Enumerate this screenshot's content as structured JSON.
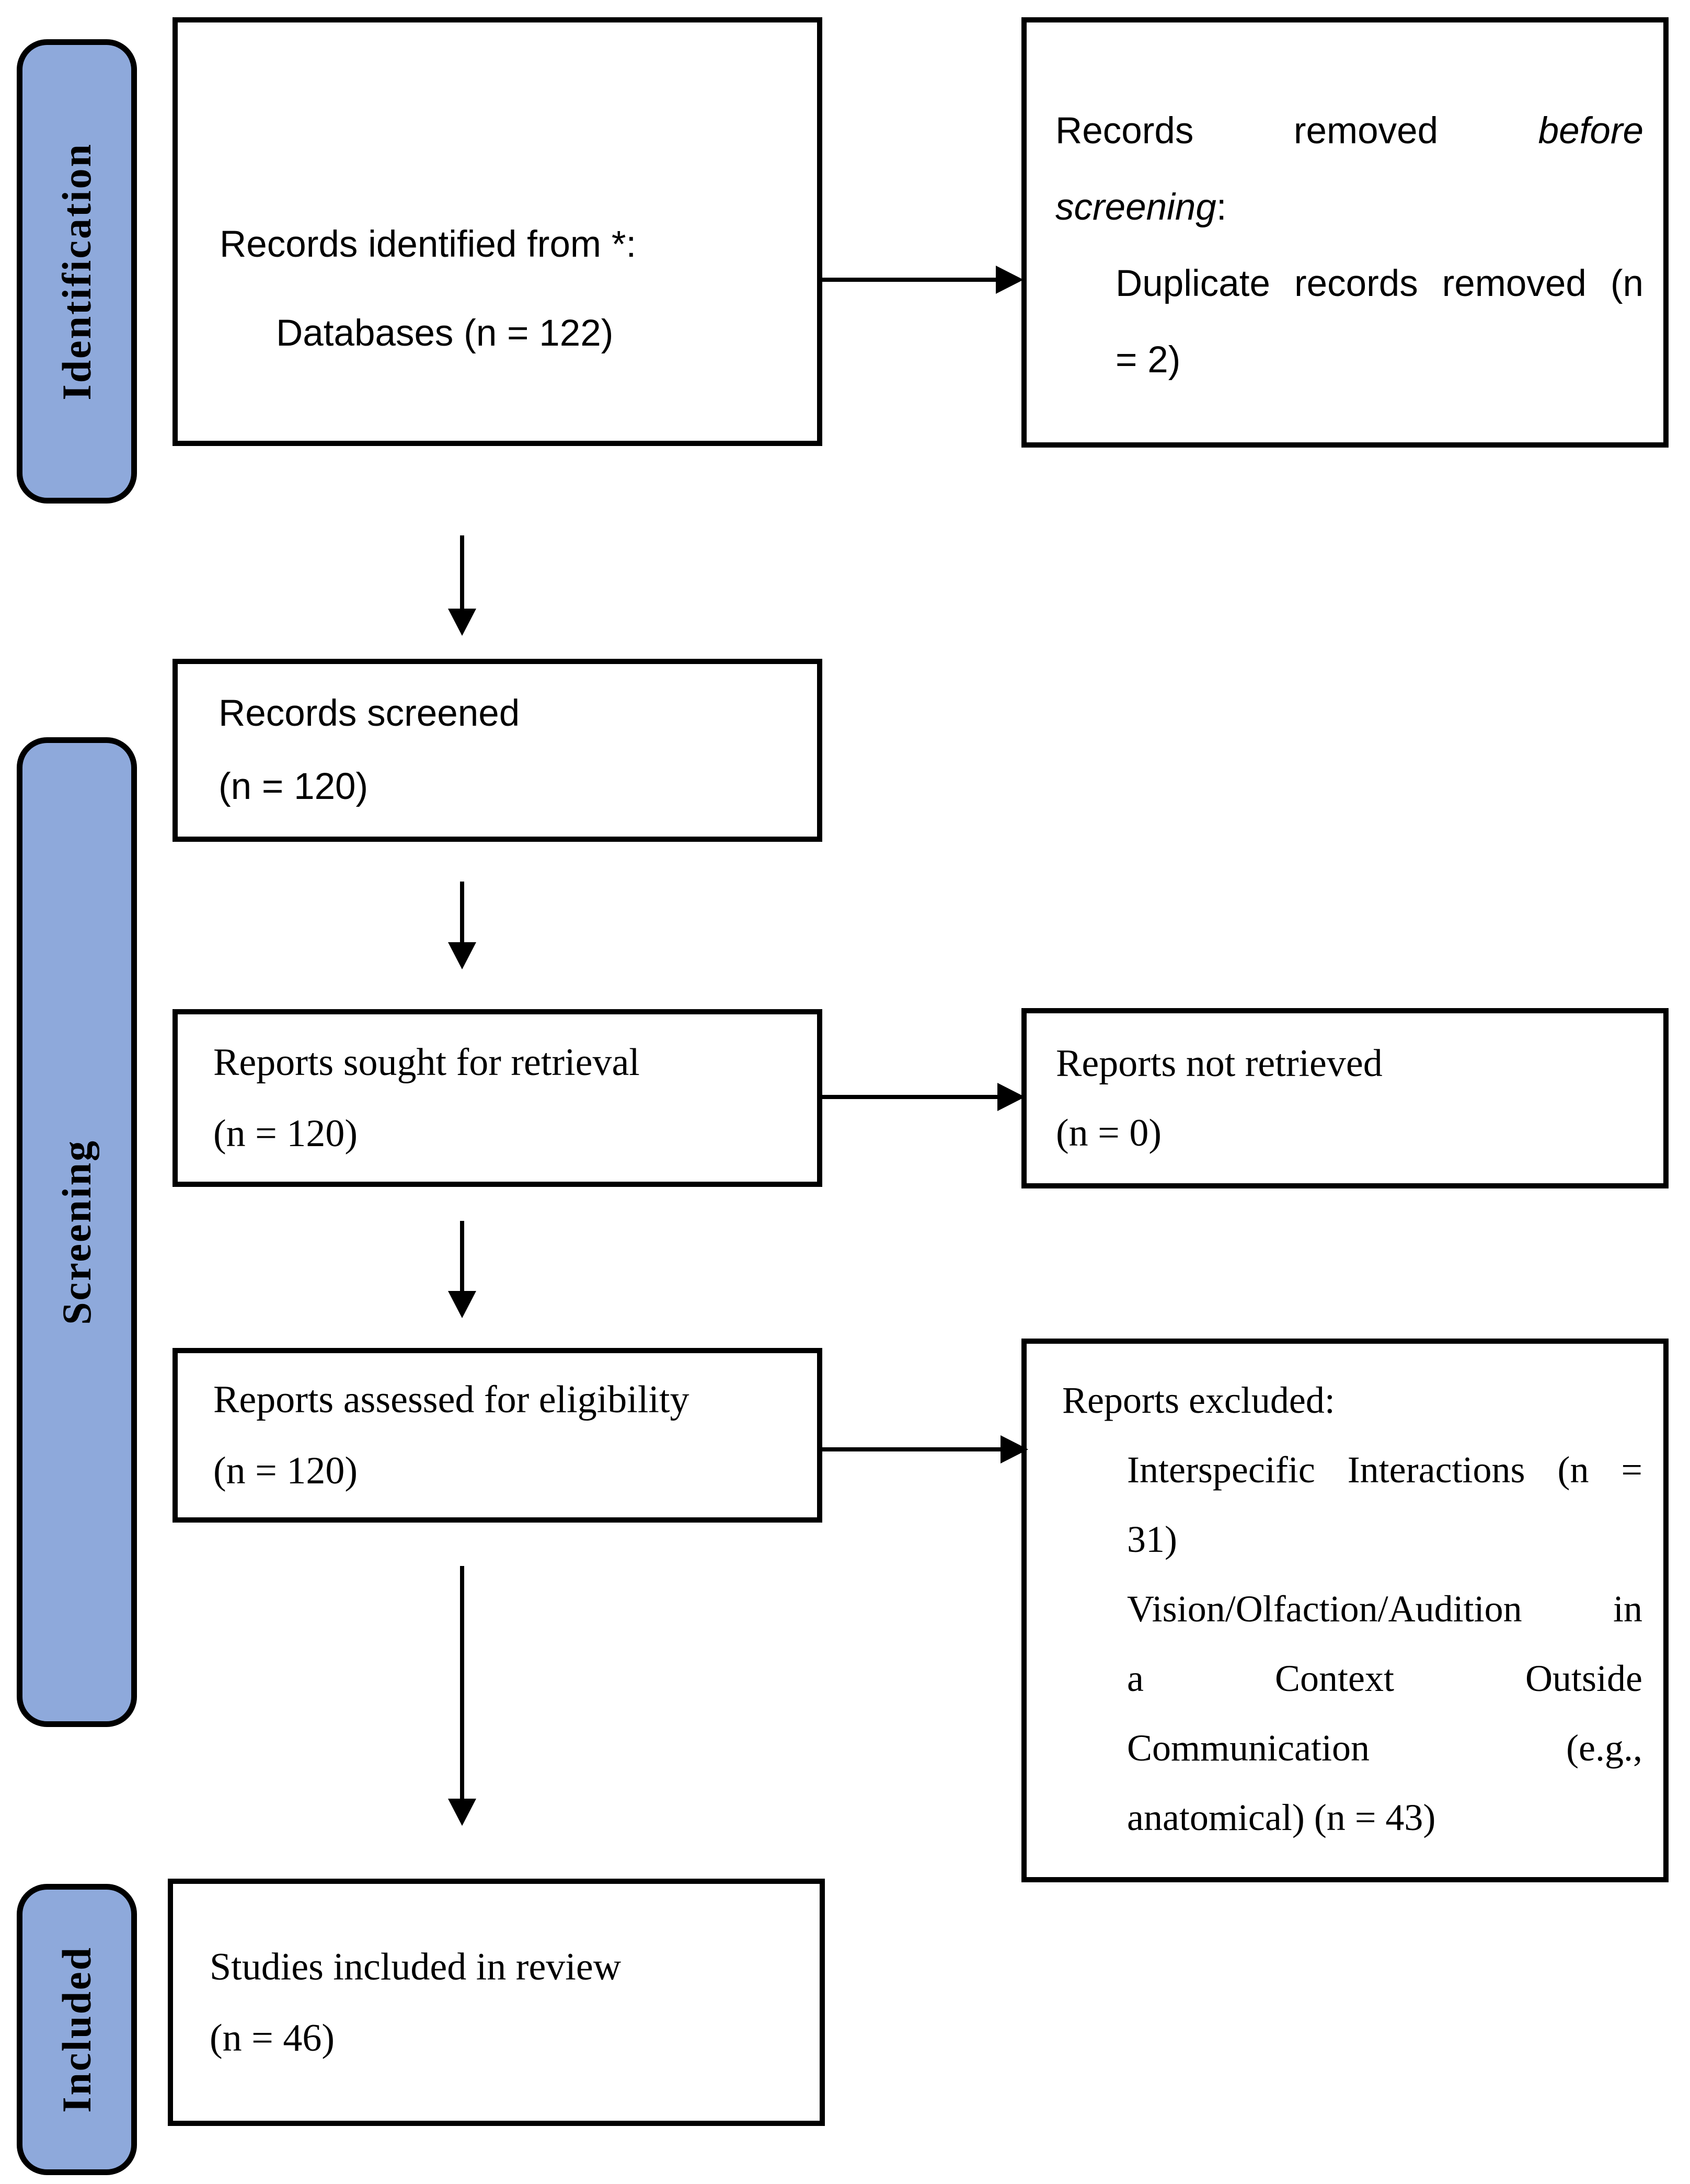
{
  "stages": [
    {
      "id": "identification",
      "label": "Identification"
    },
    {
      "id": "screening",
      "label": "Screening"
    },
    {
      "id": "included",
      "label": "Included"
    }
  ],
  "boxes": {
    "records_identified": {
      "lines": [
        {
          "text": "Records identified from *:"
        },
        {
          "text": "Databases (n = 122)",
          "indent": true
        }
      ]
    },
    "records_removed": {
      "lines": [
        {
          "text": "Records removed *before*",
          "justify": true
        },
        {
          "text": "*screening*:"
        },
        {
          "text": "Duplicate records removed (n",
          "indent": true,
          "justify": true
        },
        {
          "text": "= 2)",
          "indent": true
        }
      ]
    },
    "records_screened": {
      "lines": [
        {
          "text": "Records screened"
        },
        {
          "text": "(n = 120)"
        }
      ]
    },
    "reports_sought": {
      "lines": [
        {
          "text": "Reports sought for retrieval"
        },
        {
          "text": "(n = 120)"
        }
      ]
    },
    "reports_not_retrieved": {
      "lines": [
        {
          "text": "Reports not retrieved"
        },
        {
          "text": "(n = 0)"
        }
      ]
    },
    "reports_assessed": {
      "lines": [
        {
          "text": "Reports assessed for eligibility"
        },
        {
          "text": "(n = 120)"
        }
      ]
    },
    "reports_excluded": {
      "lines": [
        {
          "text": "Reports excluded:"
        },
        {
          "text": "Interspecific Interactions (n =",
          "indent": true,
          "justify": true
        },
        {
          "text": "31)",
          "indent": true
        },
        {
          "text": "Vision/Olfaction/Audition in",
          "indent": true,
          "justify": true
        },
        {
          "text": "a Context Outside",
          "indent": true,
          "justify": true
        },
        {
          "text": "Communication (e.g.,",
          "indent": true,
          "justify": true
        },
        {
          "text": "anatomical) (n = 43)",
          "indent": true
        }
      ]
    },
    "studies_included": {
      "lines": [
        {
          "text": "Studies included in review"
        },
        {
          "text": "(n = 46)"
        }
      ]
    }
  },
  "colors": {
    "background": "#FFFFFF",
    "stage_fill": "#8EA9DB",
    "stage_border": "#000000",
    "box_border": "#000000",
    "arrow": "#000000",
    "text": "#000000"
  }
}
